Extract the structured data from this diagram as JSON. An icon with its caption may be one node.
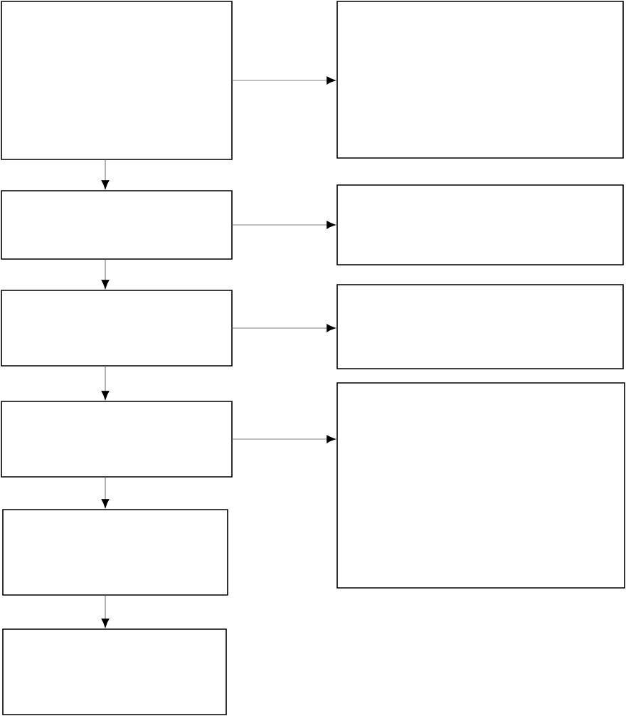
{
  "diagram": {
    "nodes": [
      {
        "text": [],
        "shape": "box"
      },
      {
        "text": [],
        "shape": "box"
      },
      {
        "text": [],
        "shape": "box"
      },
      {
        "text": [],
        "shape": "box"
      },
      {
        "text": [],
        "shape": "box"
      },
      {
        "text": [],
        "shape": "box"
      },
      {
        "text": [],
        "shape": "box"
      },
      {
        "text": [],
        "shape": "box"
      },
      {
        "text": [],
        "shape": "box"
      },
      {
        "text": [],
        "shape": "box"
      }
    ],
    "edges": [
      {
        "from": 0,
        "to": 1,
        "arrow": "to"
      },
      {
        "from": 1,
        "to": 2,
        "arrow": "to"
      },
      {
        "from": 2,
        "to": 3,
        "arrow": "to"
      },
      {
        "from": 3,
        "to": 4,
        "arrow": "to"
      },
      {
        "from": 4,
        "to": 5,
        "arrow": "to"
      },
      {
        "from": 0,
        "to": 6,
        "arrow": "to"
      },
      {
        "from": 1,
        "to": 7,
        "arrow": "to"
      },
      {
        "from": 2,
        "to": 8,
        "arrow": "to"
      },
      {
        "from": 3,
        "to": 9,
        "arrow": "to"
      }
    ]
  }
}
